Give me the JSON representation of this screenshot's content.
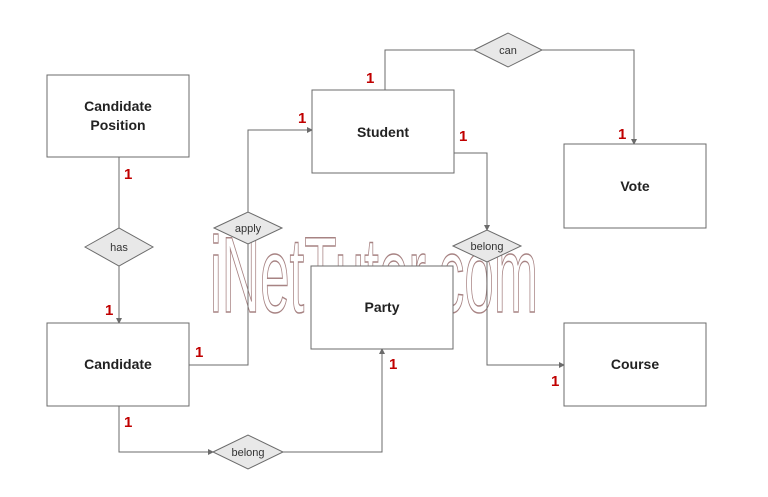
{
  "watermark": "iNetTutor.com",
  "entities": {
    "candidate_position": {
      "line1": "Candidate",
      "line2": "Position"
    },
    "student": "Student",
    "vote": "Vote",
    "candidate": "Candidate",
    "party": "Party",
    "course": "Course"
  },
  "relationships": {
    "can": "can",
    "has": "has",
    "apply": "apply",
    "belong_student_course": "belong",
    "belong_candidate_party": "belong"
  },
  "cardinalities": {
    "student_can": "1",
    "vote_can": "1",
    "student_apply": "1",
    "student_belong": "1",
    "candidate_position_has": "1",
    "candidate_has": "1",
    "candidate_apply": "1",
    "candidate_belong": "1",
    "party_belong": "1",
    "course_belong": "1"
  },
  "colors": {
    "line": "#6b6b6b",
    "diamond_fill": "#e8e8e8",
    "cardinality": "#c00000",
    "watermark_stroke": "#8a5a5a"
  }
}
